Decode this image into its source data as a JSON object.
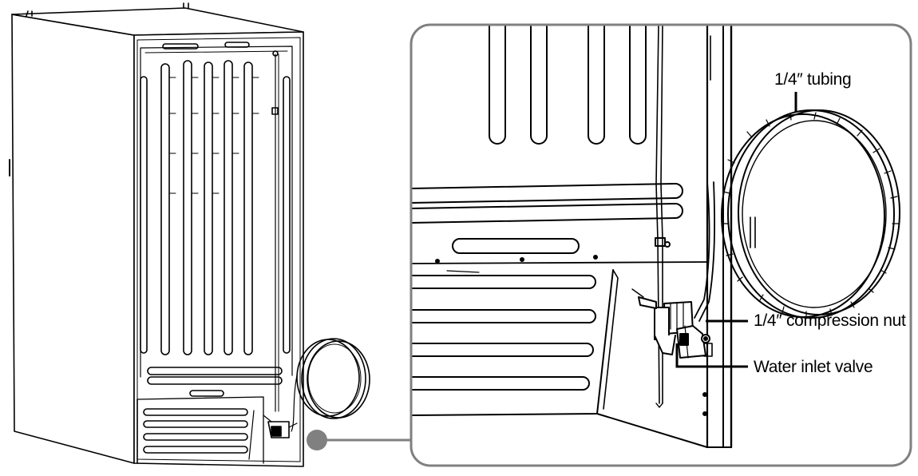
{
  "labels": {
    "tubing": "1/4″ tubing",
    "compression_nut": "1/4″ compression nut",
    "water_inlet_valve": "Water inlet valve"
  },
  "colors": {
    "line": "#000000",
    "callout_frame": "#808080",
    "callout_dot": "#808080",
    "background": "#ffffff"
  }
}
